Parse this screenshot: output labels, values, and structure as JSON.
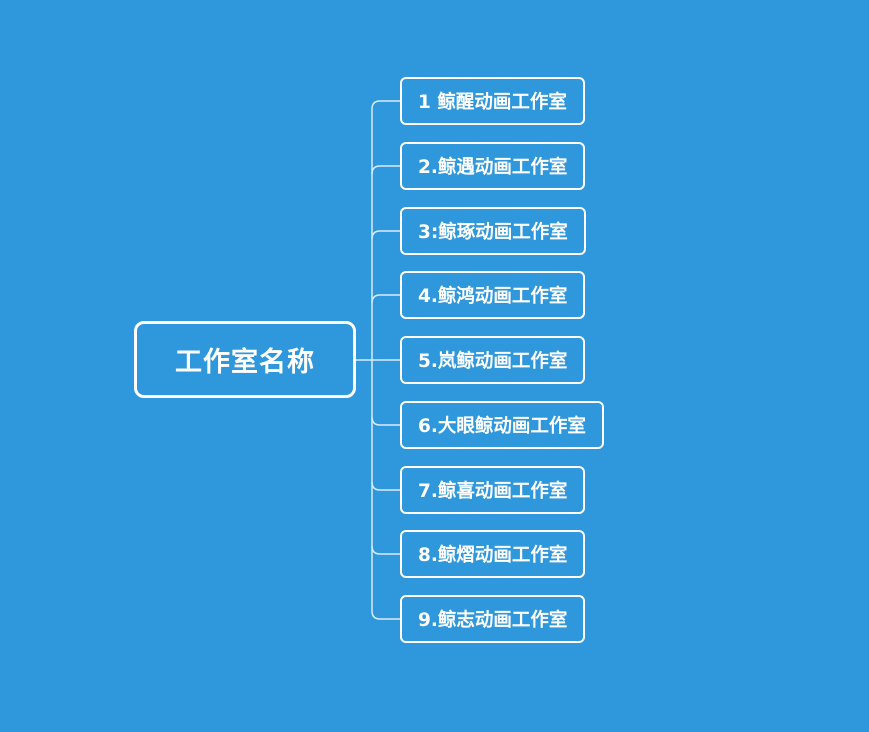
{
  "mindmap": {
    "root": {
      "label": "工作室名称"
    },
    "children": [
      {
        "label": "1 鲸醒动画工作室"
      },
      {
        "label": "2.鲸遇动画工作室"
      },
      {
        "label": "3:鲸琢动画工作室"
      },
      {
        "label": "4.鲸鸿动画工作室"
      },
      {
        "label": "5.岚鲸动画工作室"
      },
      {
        "label": "6.大眼鲸动画工作室"
      },
      {
        "label": "7.鲸喜动画工作室"
      },
      {
        "label": "8.鲸熠动画工作室"
      },
      {
        "label": "9.鲸志动画工作室"
      }
    ]
  },
  "colors": {
    "background": "#2f97db",
    "node_border": "#ffffff",
    "text": "#ffffff",
    "connector": "#d8ecfa"
  }
}
